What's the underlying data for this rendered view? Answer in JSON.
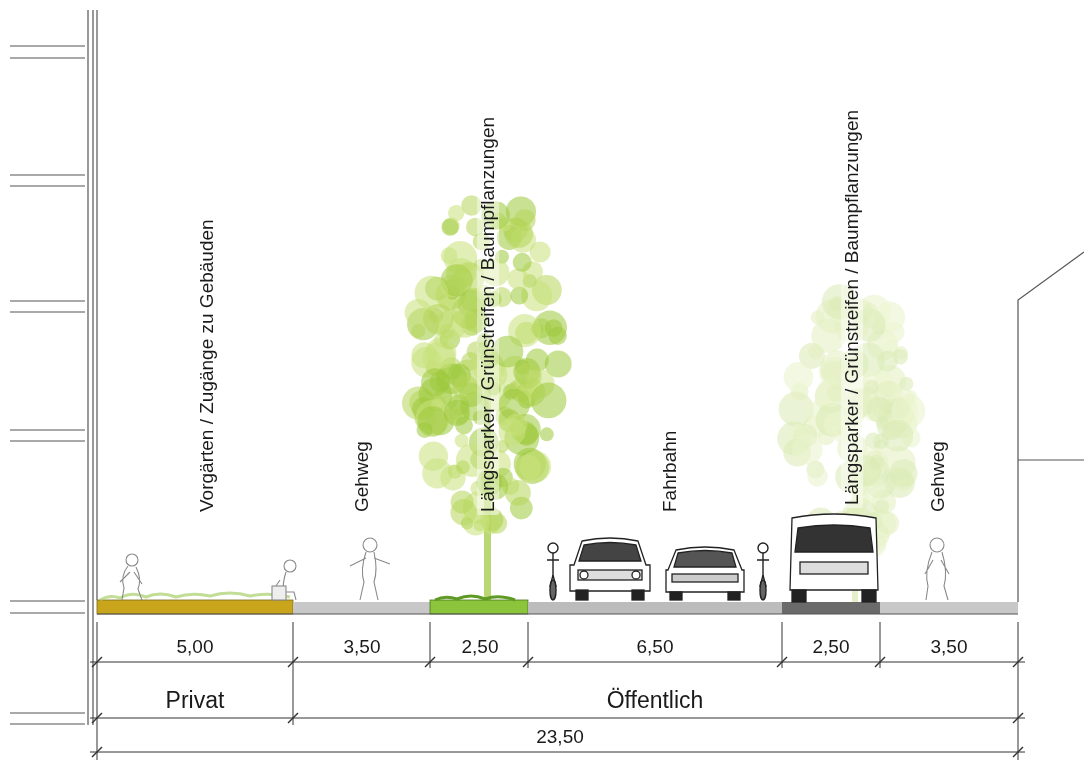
{
  "diagram": {
    "labels": [
      "Vorgärten / Zugänge zu Gebäuden",
      "Gehweg",
      "Längsparker / Grünstreifen / Baumpflanzungen",
      "Fahrbahn",
      "Längsparker / Grünstreifen / Baumpflanzungen",
      "Gehweg",
      "5,00",
      "3,50",
      "2,50",
      "6,50",
      "2,50",
      "3,50",
      "Privat",
      "Öffentlich",
      "23,50"
    ]
  }
}
